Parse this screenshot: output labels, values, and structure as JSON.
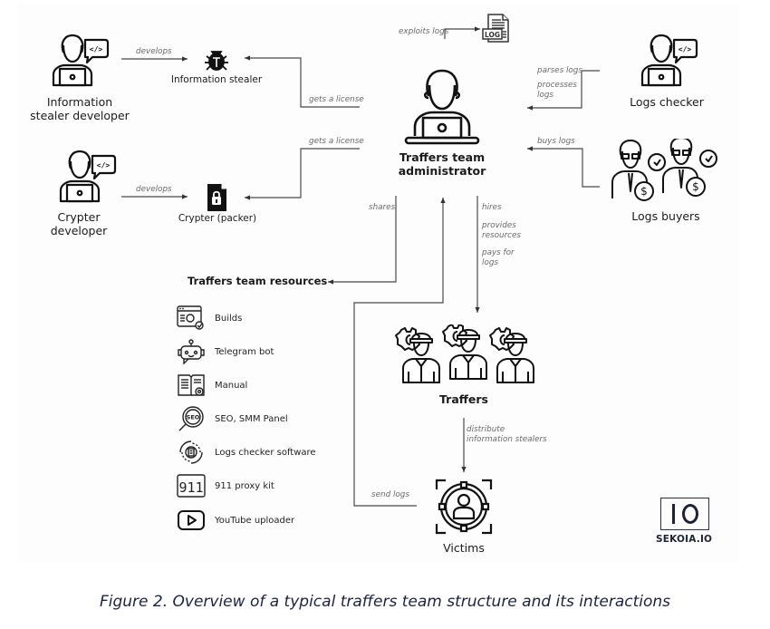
{
  "nodes": {
    "info_stealer_developer": {
      "label_line1": "Information",
      "label_line2": "stealer developer",
      "icon": "developer-icon"
    },
    "information_stealer": {
      "label": "Information stealer",
      "icon": "bug-icon"
    },
    "crypter_developer": {
      "label_line1": "Crypter",
      "label_line2": "developer",
      "icon": "developer-icon"
    },
    "crypter": {
      "label": "Crypter (packer)",
      "icon": "locked-file-icon"
    },
    "administrator": {
      "label_line1": "Traffers team",
      "label_line2": "administrator",
      "icon": "admin-laptop-icon"
    },
    "log_file": {
      "icon": "log-file-icon",
      "icon_text": "LOG"
    },
    "logs_checker": {
      "label": "Logs checker",
      "icon": "developer-icon"
    },
    "logs_buyers": {
      "label": "Logs buyers",
      "icon": "buyers-icon"
    },
    "traffers": {
      "label": "Traffers",
      "icon": "workers-icon"
    },
    "victims": {
      "label": "Victims",
      "icon": "target-person-icon"
    }
  },
  "edges": {
    "develops_stealer": "develops",
    "develops_crypter": "develops",
    "license_stealer": "gets a license",
    "license_crypter": "gets a license",
    "exploits_logs": "exploits logs",
    "parses_logs": "parses logs",
    "processes_logs_1": "processes",
    "processes_logs_2": "logs",
    "buys_logs": "buys logs",
    "shares": "shares",
    "hires": "hires",
    "provides_resources_1": "provides",
    "provides_resources_2": "resources",
    "pays_for_logs_1": "pays for",
    "pays_for_logs_2": "logs",
    "distribute_1": "distribute",
    "distribute_2": "information stealers",
    "send_logs": "send logs"
  },
  "resources": {
    "title": "Traffers team resources",
    "items": [
      {
        "label": "Builds",
        "icon": "builds-gear-icon"
      },
      {
        "label": "Telegram bot",
        "icon": "robot-icon"
      },
      {
        "label": "Manual",
        "icon": "manual-book-icon"
      },
      {
        "label": "SEO, SMM Panel",
        "icon": "seo-magnifier-icon",
        "icon_text": "SEO"
      },
      {
        "label": "Logs checker software",
        "icon": "logs-checker-software-icon"
      },
      {
        "label": "911 proxy kit",
        "icon": "proxy-911-icon",
        "icon_text": "911"
      },
      {
        "label": "YouTube uploader",
        "icon": "youtube-play-icon"
      }
    ]
  },
  "logo": {
    "text": "SEKOIA.IO",
    "mark": "IO",
    "color": "#1e2236"
  },
  "caption": "Figure 2. Overview of a typical traffers team structure and its interactions",
  "colors": {
    "line": "#4a4a4a",
    "edge_label": "#6a6a6a",
    "icon": "#111111",
    "caption": "#1c2340"
  }
}
